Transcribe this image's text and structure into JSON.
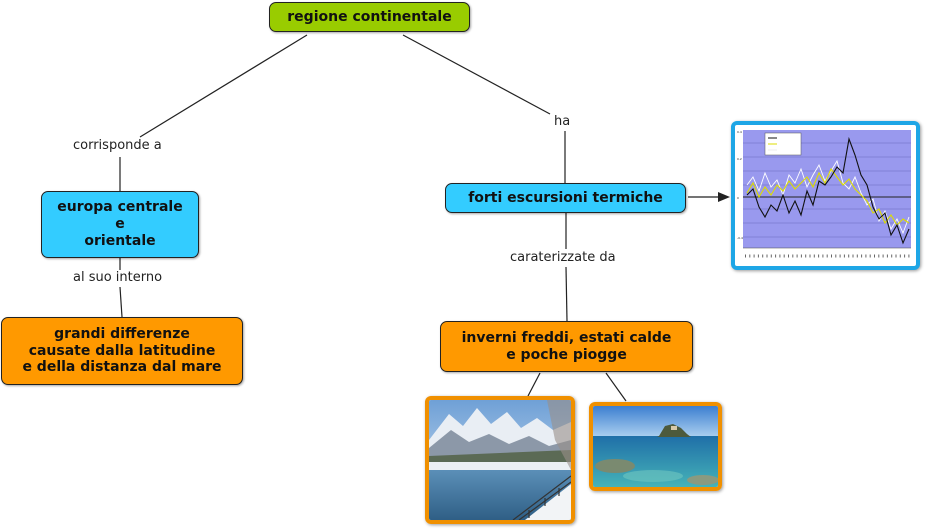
{
  "nodes": {
    "root": "regione continentale",
    "europa": [
      "europa centrale",
      "e",
      "orientale"
    ],
    "differenze": [
      "grandi differenze",
      "causate dalla latitudine",
      "e della distanza dal mare"
    ],
    "escursioni": "forti escursioni termiche",
    "inverni": [
      "inverni freddi, estati calde",
      "e poche piogge"
    ]
  },
  "links": {
    "corrisponde": "corrisponde a",
    "suo_interno": "al suo interno",
    "ha": "ha",
    "caraterizzate": "caraterizzate da"
  },
  "colors": {
    "root": "#99cc00",
    "concept_blue": "#33ccff",
    "concept_orange": "#ff9900"
  }
}
